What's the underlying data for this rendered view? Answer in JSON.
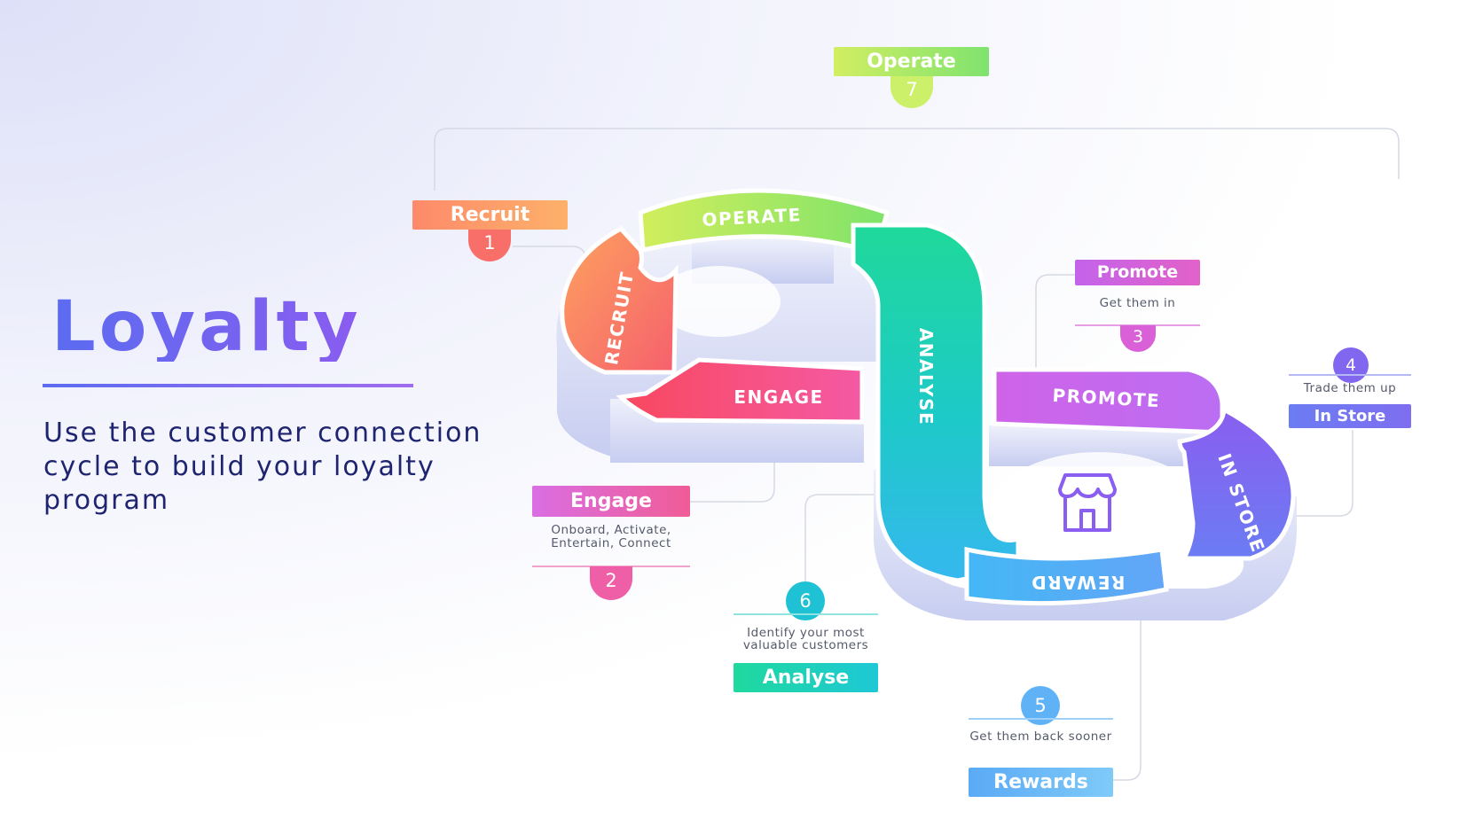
{
  "heading": {
    "title": "Loyalty",
    "subtitle": "Use the customer connection cycle to build your loyalty program"
  },
  "loop_segments": {
    "recruit": "RECRUIT",
    "operate": "OPERATE",
    "engage": "ENGAGE",
    "analyse": "ANALYSE",
    "promote": "PROMOTE",
    "in_store": "IN STORE",
    "reward": "REWARD"
  },
  "center_icon": "store-icon",
  "steps": {
    "recruit": {
      "number": "1",
      "label": "Recruit",
      "color": "#f87a66"
    },
    "engage": {
      "number": "2",
      "label": "Engage",
      "description_line1": "Onboard, Activate,",
      "description_line2": "Entertain, Connect",
      "color": "#ee5fa7"
    },
    "promote": {
      "number": "3",
      "label": "Promote",
      "description": "Get them in",
      "color": "#d061e0"
    },
    "in_store": {
      "number": "4",
      "label": "In Store",
      "description": "Trade them up",
      "color": "#7b6bf0"
    },
    "rewards": {
      "number": "5",
      "label": "Rewards",
      "description": "Get them back sooner",
      "color": "#5fb2f6"
    },
    "analyse": {
      "number": "6",
      "label": "Analyse",
      "description_line1": "Identify your most",
      "description_line2": "valuable customers",
      "color": "#1fccc5"
    },
    "operate": {
      "number": "7",
      "label": "Operate",
      "color": "#b6ea5a"
    }
  }
}
